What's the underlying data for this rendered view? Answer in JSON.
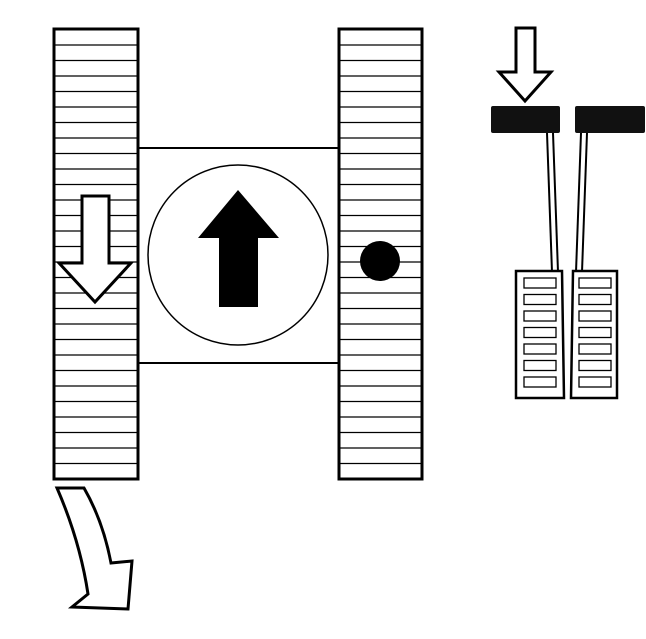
{
  "diagram": {
    "colors": {
      "stroke": "#000000",
      "background": "#ffffff",
      "fill": "#000000"
    },
    "vehicle": {
      "left_track": {
        "icon": "tread-track",
        "direction_arrow": "arrow-down-outline-icon"
      },
      "right_track": {
        "icon": "tread-track",
        "stationary_marker": "dot-icon"
      },
      "body": {
        "direction_indicator": "arrow-up-filled-icon"
      },
      "turn_arrow": "curved-arrow-outline-icon"
    },
    "controls": {
      "press_arrow": "arrow-down-outline-icon",
      "levers": [
        {
          "name": "left-lever",
          "state": "pressed"
        },
        {
          "name": "right-lever",
          "state": "released"
        }
      ]
    }
  }
}
